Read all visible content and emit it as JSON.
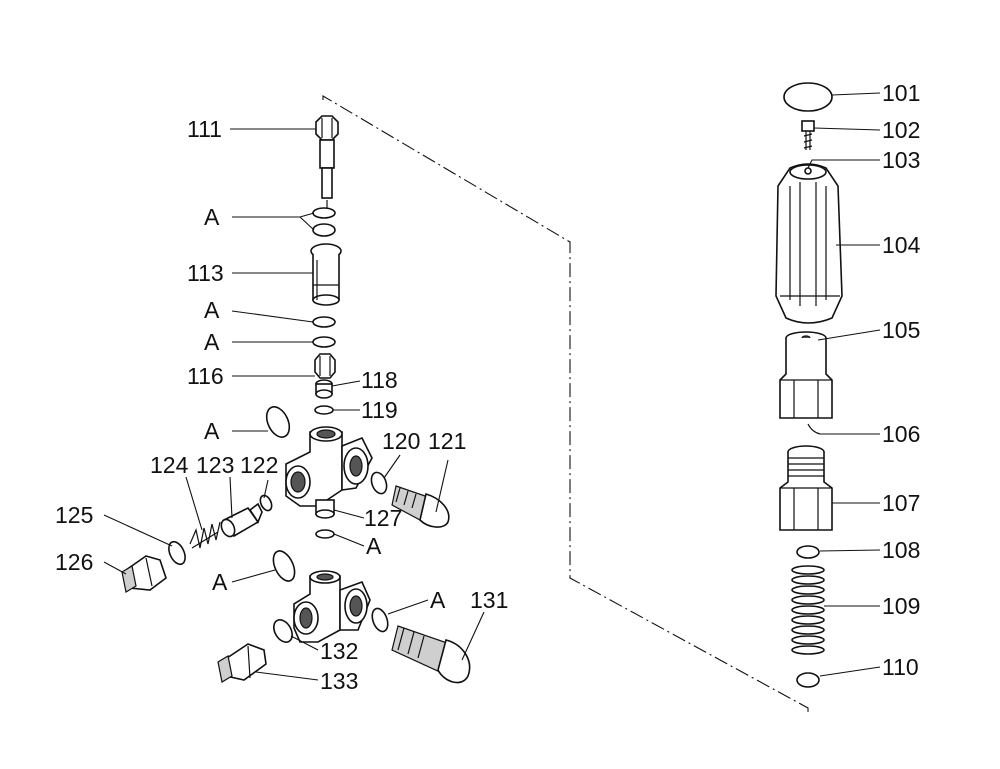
{
  "labels": {
    "p101": "101",
    "p102": "102",
    "p103": "103",
    "p104": "104",
    "p105": "105",
    "p106": "106",
    "p107": "107",
    "p108": "108",
    "p109": "109",
    "p110": "110",
    "p111": "111",
    "p113": "113",
    "p116": "116",
    "p118": "118",
    "p119": "119",
    "p120": "120",
    "p121": "121",
    "p122": "122",
    "p123": "123",
    "p124": "124",
    "p125": "125",
    "p126": "126",
    "p127": "127",
    "p131": "131",
    "p132": "132",
    "p133": "133",
    "a": "A"
  }
}
